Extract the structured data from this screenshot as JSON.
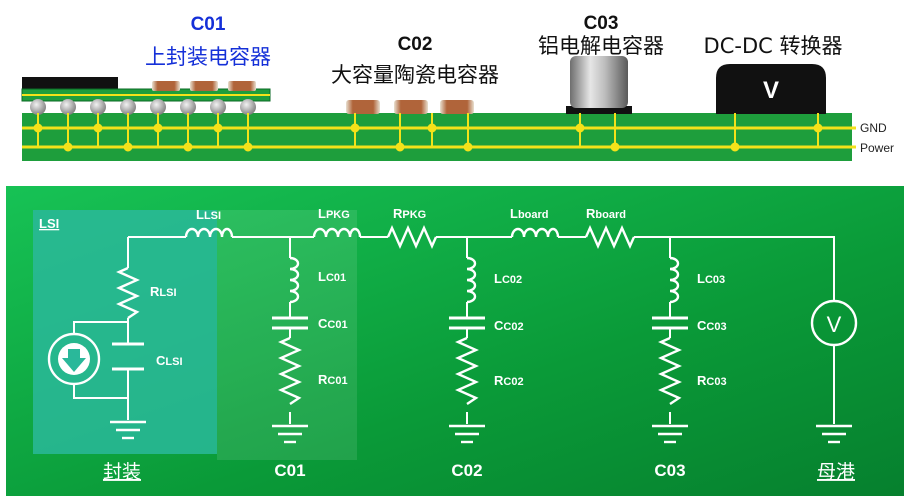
{
  "top": {
    "c01_id": "C01",
    "c01_desc": "上封装电容器",
    "c02_id": "C02",
    "c02_desc": "大容量陶瓷电容器",
    "c03_id": "C03",
    "c03_desc": "铝电解电容器",
    "dcdc_desc": "DC-DC 转换器",
    "dcdc_symbol": "V",
    "rail_gnd": "GND",
    "rail_power": "Power"
  },
  "circuit": {
    "lsi_label": "LSI",
    "l_lsi": {
      "main": "L",
      "sub": "LSI"
    },
    "r_lsi": {
      "main": "R",
      "sub": "LSI"
    },
    "c_lsi": {
      "main": "C",
      "sub": "LSI"
    },
    "l_pkg": {
      "main": "L",
      "sub": "PKG"
    },
    "r_pkg": {
      "main": "R",
      "sub": "PKG"
    },
    "l_board": {
      "main": "L",
      "sub": "board"
    },
    "r_board": {
      "main": "R",
      "sub": "board"
    },
    "l_c01": {
      "main": "L",
      "sub": "C01"
    },
    "c_c01": {
      "main": "C",
      "sub": "C01"
    },
    "r_c01": {
      "main": "R",
      "sub": "C01"
    },
    "l_c02": {
      "main": "L",
      "sub": "C02"
    },
    "c_c02": {
      "main": "C",
      "sub": "C02"
    },
    "r_c02": {
      "main": "R",
      "sub": "C02"
    },
    "l_c03": {
      "main": "L",
      "sub": "C03"
    },
    "c_c03": {
      "main": "C",
      "sub": "C03"
    },
    "r_c03": {
      "main": "R",
      "sub": "C03"
    },
    "source_symbol": "V",
    "bottom_package": "封装",
    "bottom_c01": "C01",
    "bottom_c02": "C02",
    "bottom_c03": "C03",
    "bottom_busbar": "母港"
  },
  "colors": {
    "title_blue": "#1530d8",
    "pcb_green": "#1e9e3c",
    "rail_yellow": "#f4e21a",
    "panel_green": "#0aa83c",
    "lsi_box": "#2ab89a"
  }
}
